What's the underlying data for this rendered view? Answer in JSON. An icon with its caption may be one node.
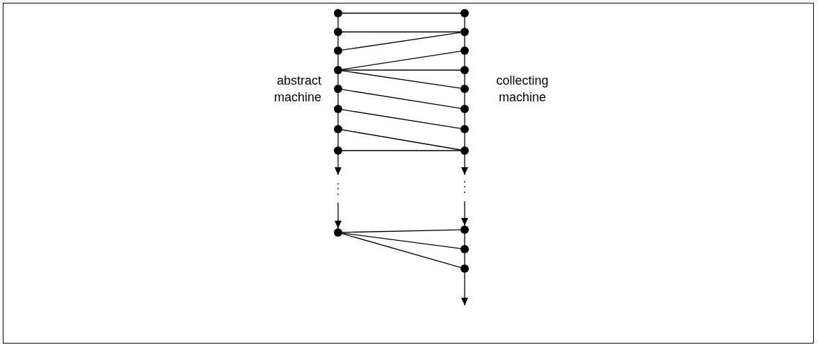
{
  "diagram": {
    "nodes": [
      {
        "text": [],
        "shape": "circle"
      },
      {
        "text": [],
        "shape": "circle"
      },
      {
        "text": [],
        "shape": "circle"
      },
      {
        "text": [],
        "shape": "circle"
      },
      {
        "text": [],
        "shape": "circle"
      },
      {
        "text": [],
        "shape": "circle"
      },
      {
        "text": [],
        "shape": "circle"
      },
      {
        "text": [],
        "shape": "circle"
      },
      {
        "text": [],
        "shape": "circle"
      },
      {
        "text": [],
        "shape": "circle"
      },
      {
        "text": [],
        "shape": "circle"
      },
      {
        "text": [],
        "shape": "circle"
      },
      {
        "text": [],
        "shape": "circle"
      },
      {
        "text": [],
        "shape": "circle"
      },
      {
        "text": [],
        "shape": "circle"
      },
      {
        "text": [],
        "shape": "circle"
      },
      {
        "text": [],
        "shape": "circle"
      },
      {
        "text": [],
        "shape": "circle"
      },
      {
        "text": [],
        "shape": "circle"
      },
      {
        "text": [],
        "shape": "circle"
      }
    ],
    "edges": [
      {
        "from": 0,
        "to": 1,
        "arrow": "none"
      },
      {
        "from": 1,
        "to": 2,
        "arrow": "none"
      },
      {
        "from": 2,
        "to": 3,
        "arrow": "none"
      },
      {
        "from": 3,
        "to": 4,
        "arrow": "none"
      },
      {
        "from": 4,
        "to": 5,
        "arrow": "none"
      },
      {
        "from": 5,
        "to": 6,
        "arrow": "none"
      },
      {
        "from": 6,
        "to": 7,
        "arrow": "none"
      },
      {
        "from": 7,
        "to": null,
        "arrow": "to"
      },
      {
        "from": null,
        "to": 8,
        "arrow": "to"
      },
      {
        "from": 9,
        "to": 10,
        "arrow": "none"
      },
      {
        "from": 10,
        "to": 11,
        "arrow": "none"
      },
      {
        "from": 11,
        "to": 12,
        "arrow": "none"
      },
      {
        "from": 12,
        "to": 13,
        "arrow": "none"
      },
      {
        "from": 13,
        "to": 14,
        "arrow": "none"
      },
      {
        "from": 14,
        "to": 15,
        "arrow": "none"
      },
      {
        "from": 15,
        "to": 16,
        "arrow": "none"
      },
      {
        "from": 16,
        "to": null,
        "arrow": "to"
      },
      {
        "from": null,
        "to": 17,
        "arrow": "to"
      },
      {
        "from": 17,
        "to": 18,
        "arrow": "none"
      },
      {
        "from": 18,
        "to": 19,
        "arrow": "none"
      },
      {
        "from": 19,
        "to": null,
        "arrow": "to"
      },
      {
        "from": 0,
        "to": 9,
        "arrow": "none"
      },
      {
        "from": 1,
        "to": 10,
        "arrow": "none"
      },
      {
        "from": 2,
        "to": 10,
        "arrow": "none"
      },
      {
        "from": 3,
        "to": 11,
        "arrow": "none"
      },
      {
        "from": 3,
        "to": 12,
        "arrow": "none"
      },
      {
        "from": 3,
        "to": 13,
        "arrow": "none"
      },
      {
        "from": 4,
        "to": 14,
        "arrow": "none"
      },
      {
        "from": 5,
        "to": 15,
        "arrow": "none"
      },
      {
        "from": 6,
        "to": 16,
        "arrow": "none"
      },
      {
        "from": 7,
        "to": 16,
        "arrow": "none"
      },
      {
        "from": 8,
        "to": 17,
        "arrow": "none"
      },
      {
        "from": 8,
        "to": 18,
        "arrow": "none"
      },
      {
        "from": 8,
        "to": 19,
        "arrow": "none"
      }
    ],
    "labels": [
      "abstract machine",
      "collecting machine"
    ]
  }
}
